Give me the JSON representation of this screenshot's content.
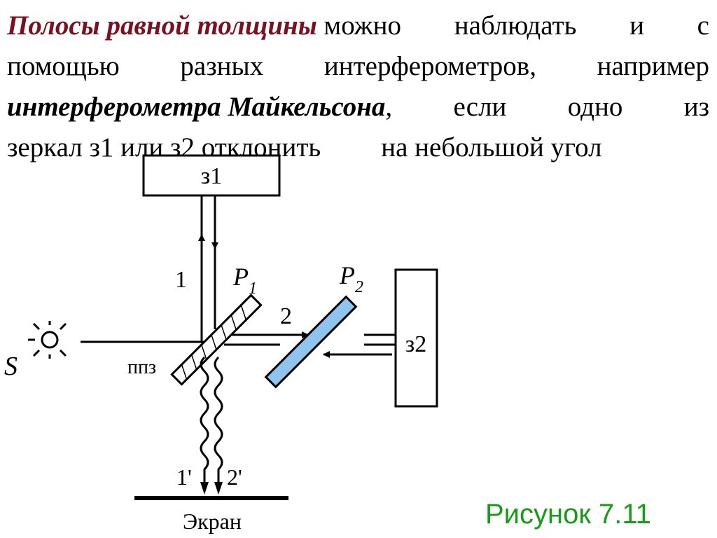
{
  "paragraph": {
    "line1": {
      "term": "Полосы равной толщины",
      "rest": [
        " можно",
        "наблюдать",
        "и",
        "с"
      ]
    },
    "line2": [
      "помощью",
      "разных",
      "интерферометров,",
      "например"
    ],
    "line3": {
      "term": "интерферометра Майкельсона",
      "rest": [
        ",",
        "если",
        "одно",
        "из"
      ]
    },
    "line4": {
      "part1": "зеркал з1 или з2 отклонить",
      "part2": "на небольшой угол"
    }
  },
  "diagram": {
    "mirror1_label": "з1",
    "mirror2_label": "з2",
    "source_label": "S",
    "plate1_label": "P",
    "plate1_sub": "1",
    "plate2_label": "P",
    "plate2_sub": "2",
    "beam1_label": "1",
    "beam2_label": "2",
    "splitter_label": "ппз",
    "out1_label": "1'",
    "out2_label": "2'",
    "screen_label": "Экран",
    "colors": {
      "plate2_fill": "#8fc4ee",
      "caption": "#1a9a1a",
      "term": "#7a1020"
    }
  },
  "caption": "Рисунок 7.11"
}
